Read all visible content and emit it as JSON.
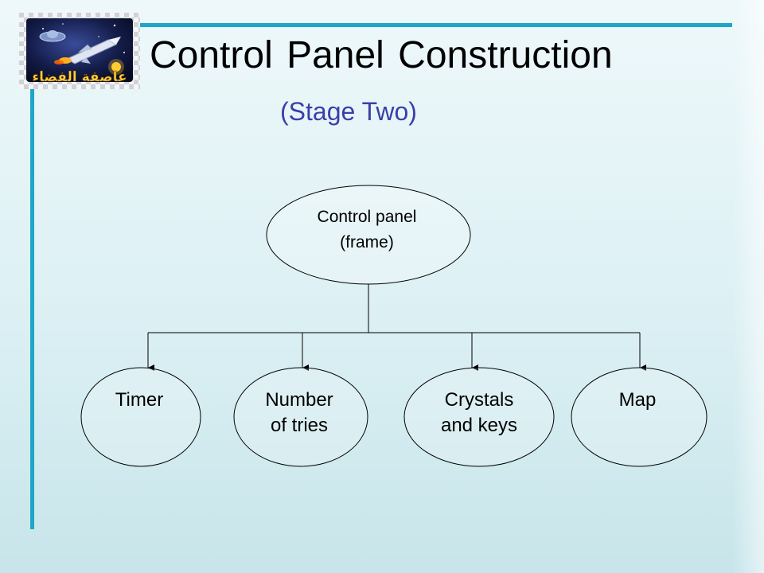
{
  "slide": {
    "title": "Control Panel Construction",
    "subtitle": "(Stage Two)",
    "accent_color": "#1ea6c9",
    "subtitle_color": "#3a3fa8",
    "logo": {
      "icon": "spaceship-logo-icon",
      "text": "عاصفة الفضاء"
    }
  },
  "diagram": {
    "root": {
      "lines": [
        "Control panel",
        "(frame)"
      ]
    },
    "children": [
      {
        "lines": [
          "Timer"
        ]
      },
      {
        "lines": [
          "Number",
          "of tries"
        ]
      },
      {
        "lines": [
          "Crystals",
          "and keys"
        ]
      },
      {
        "lines": [
          "Map"
        ]
      }
    ]
  }
}
